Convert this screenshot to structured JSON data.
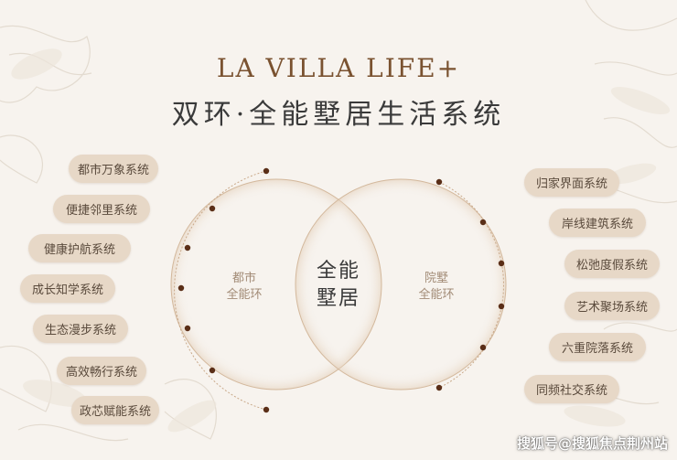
{
  "title_en": "LA VILLA LIFE+",
  "title_zh": "双环·全能墅居生活系统",
  "center": {
    "line1": "全能",
    "line2": "墅居"
  },
  "left_ring": {
    "line1": "都市",
    "line2": "全能环"
  },
  "right_ring": {
    "line1": "院墅",
    "line2": "全能环"
  },
  "left_items": [
    "都市万象系统",
    "便捷邻里系统",
    "健康护航系统",
    "成长知学系统",
    "生态漫步系统",
    "高效畅行系统",
    "政芯赋能系统"
  ],
  "right_items": [
    "归家界面系统",
    "岸线建筑系统",
    "松弛度假系统",
    "艺术聚场系统",
    "六重院落系统",
    "同频社交系统"
  ],
  "watermark": "搜狐号@搜狐焦点荆州站",
  "colors": {
    "background": "#f7f3ee",
    "pill": "#e7d8c7",
    "dot": "#5a2e17",
    "title_en": "#7a5230",
    "ring": "#c9a98a"
  }
}
